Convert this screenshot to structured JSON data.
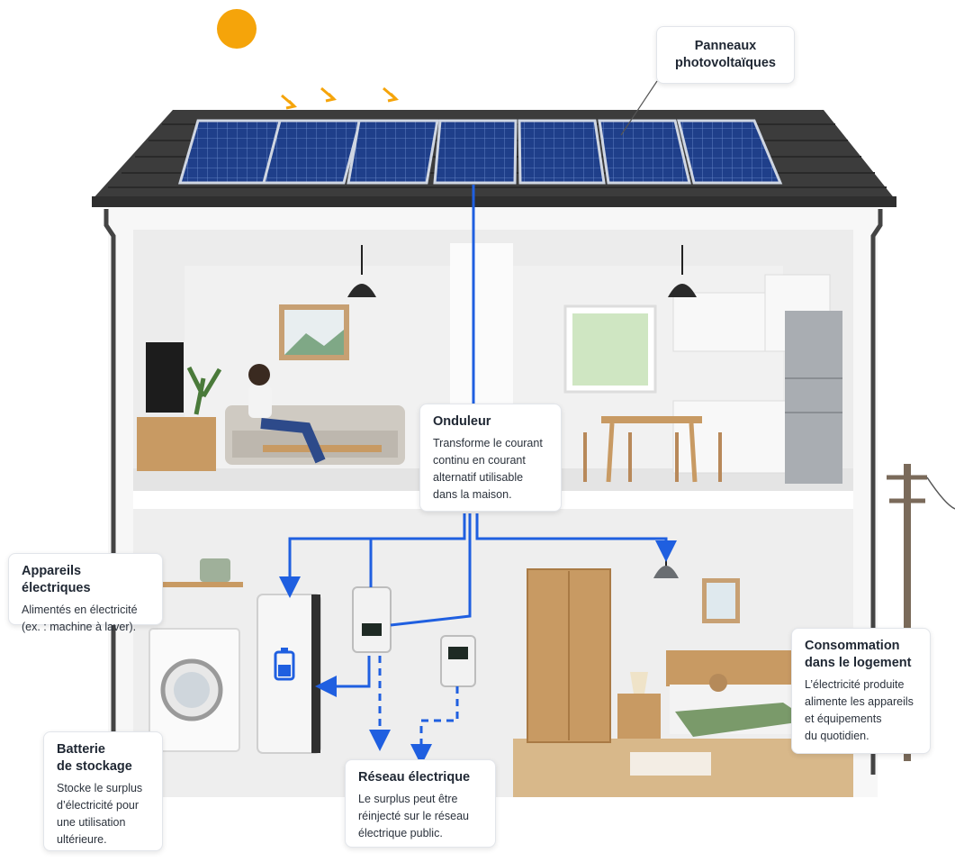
{
  "callouts": {
    "panneaux": {
      "title_lines": [
        "Panneaux",
        "photovoltaïques"
      ]
    },
    "onduleur": {
      "title_lines": [
        "Onduleur"
      ],
      "desc_lines": [
        "Transforme le courant",
        "continu en courant",
        "alternatif utilisable",
        "dans la maison."
      ]
    },
    "appareils": {
      "title_lines": [
        "Appareils électriques"
      ],
      "desc_lines": [
        "Alimentés en électricité",
        "(ex. : machine à laver)."
      ]
    },
    "batterie": {
      "title_lines": [
        "Batterie",
        "de stockage"
      ],
      "desc_lines": [
        "Stocke le surplus",
        "d’électricité pour",
        "une utilisation",
        "ultérieure."
      ]
    },
    "reseau": {
      "title_lines": [
        "Réseau électrique"
      ],
      "desc_lines": [
        "Le surplus peut être",
        "réinjecté sur le réseau",
        "électrique public."
      ]
    },
    "consommation": {
      "title_lines": [
        "Consommation",
        "dans le logement"
      ],
      "desc_lines": [
        "L’électricité produite",
        "alimente les appareils",
        "et équipements",
        "du quotidien."
      ]
    }
  },
  "colors": {
    "wire": "#1f5fe0",
    "sun": "#f5a40a",
    "roof": "#3c3c3c",
    "panel": "#1f3f8a",
    "wall": "#f4f4f4",
    "floor_wood": "#d8b88a",
    "sofa": "#cfcac2",
    "cabinet": "#c89a63"
  },
  "icons": [
    "sun-icon",
    "solar-panel-icon",
    "battery-icon",
    "washing-machine-icon",
    "inverter-icon",
    "meter-icon",
    "utility-pole-icon"
  ]
}
